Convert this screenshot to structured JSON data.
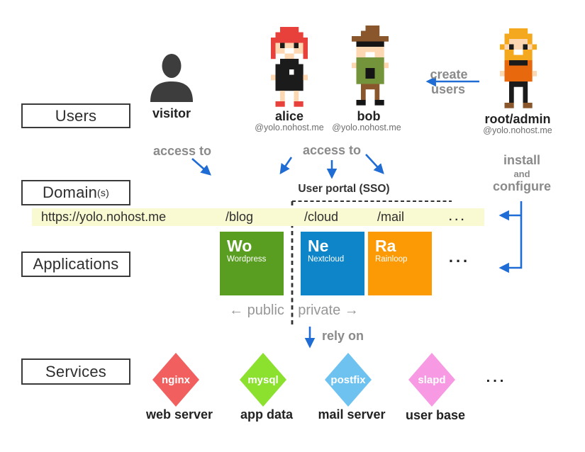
{
  "colors": {
    "arrow": "#1f6cd5",
    "dashed": "#333333",
    "bar_bg": "#fafad2",
    "visitor_icon": "#3d3d3d"
  },
  "rows": {
    "users_label": "Users",
    "domain_label": "Domain",
    "domain_suffix": "(s)",
    "applications_label": "Applications",
    "services_label": "Services"
  },
  "users": {
    "visitor": {
      "name": "visitor"
    },
    "alice": {
      "name": "alice",
      "address": "@yolo.nohost.me"
    },
    "bob": {
      "name": "bob",
      "address": "@yolo.nohost.me"
    },
    "admin": {
      "name": "root/admin",
      "address": "@yolo.nohost.me"
    }
  },
  "annotations": {
    "create_line1": "create",
    "create_line2": "users",
    "access_to_visitor": "access to",
    "access_to_members": "access to",
    "install": "install",
    "and": "and",
    "configure": "configure",
    "user_portal": "User portal (SSO)",
    "public": "← public",
    "private": "private →",
    "rely_on": "rely on"
  },
  "domain_bar": {
    "base_url": "https://yolo.nohost.me",
    "path_blog": "/blog",
    "path_cloud": "/cloud",
    "path_mail": "/mail",
    "ellipsis": "..."
  },
  "applications": {
    "tiles": [
      {
        "abbr": "Wo",
        "name": "Wordpress",
        "color": "#5a9e21"
      },
      {
        "abbr": "Ne",
        "name": "Nextcloud",
        "color": "#0e85c9"
      },
      {
        "abbr": "Ra",
        "name": "Rainloop",
        "color": "#fb9a04"
      }
    ],
    "ellipsis": "..."
  },
  "services": {
    "items": [
      {
        "name": "nginx",
        "role": "web server",
        "color": "#f15f5f"
      },
      {
        "name": "mysql",
        "role": "app data",
        "color": "#8ce02e"
      },
      {
        "name": "postfix",
        "role": "mail server",
        "color": "#6ec2f0"
      },
      {
        "name": "slapd",
        "role": "user base",
        "color": "#f79ae3"
      }
    ],
    "ellipsis": "..."
  }
}
